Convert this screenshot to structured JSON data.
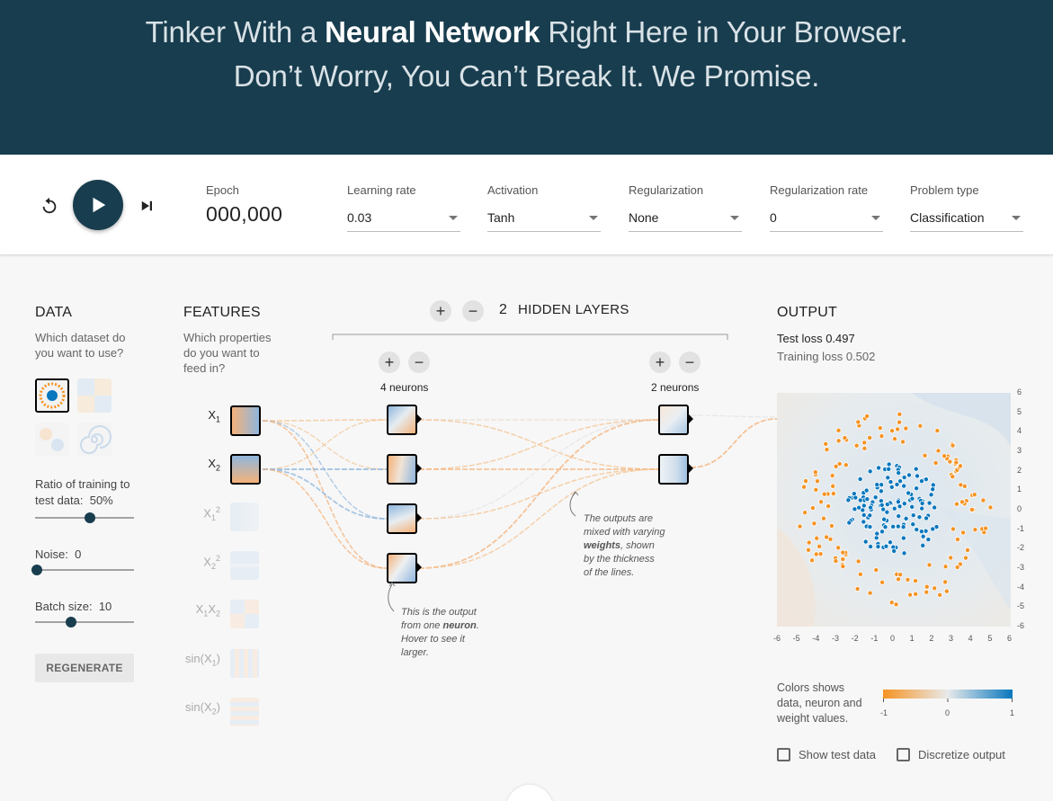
{
  "hero": {
    "line1_pre": "Tinker With a ",
    "line1_bold": "Neural Network",
    "line1_post": " Right Here in Your Browser.",
    "line2": "Don’t Worry, You Can’t Break It. We Promise."
  },
  "toolbar": {
    "reset_icon": "reset-icon",
    "play_icon": "play-icon",
    "step_icon": "step-forward-icon",
    "epoch_label": "Epoch",
    "epoch_value": "000,000",
    "learning_rate_label": "Learning rate",
    "learning_rate_value": "0.03",
    "activation_label": "Activation",
    "activation_value": "Tanh",
    "regularization_label": "Regularization",
    "regularization_value": "None",
    "regularization_rate_label": "Regularization rate",
    "regularization_rate_value": "0",
    "problem_type_label": "Problem type",
    "problem_type_value": "Classification"
  },
  "data_panel": {
    "title": "DATA",
    "question": "Which dataset do you want to use?",
    "datasets": [
      "circle",
      "xor",
      "gaussian",
      "spiral"
    ],
    "selected_dataset": "circle",
    "ratio_label": "Ratio of training to test data:",
    "ratio_value": "50%",
    "ratio_level": 0.5,
    "noise_label": "Noise:",
    "noise_value": "0",
    "noise_level": 0,
    "batch_label": "Batch size:",
    "batch_value": "10",
    "batch_level": 0.31,
    "regenerate_label": "REGENERATE"
  },
  "features_panel": {
    "title": "FEATURES",
    "question": "Which properties do you want to feed in?",
    "features": [
      {
        "base": "X",
        "sub": "1",
        "sup": "",
        "tail": "",
        "active": true
      },
      {
        "base": "X",
        "sub": "2",
        "sup": "",
        "tail": "",
        "active": true
      },
      {
        "base": "X",
        "sub": "1",
        "sup": "2",
        "tail": "",
        "active": false
      },
      {
        "base": "X",
        "sub": "2",
        "sup": "2",
        "tail": "",
        "active": false
      },
      {
        "base": "X",
        "sub": "1",
        "sup": "",
        "tail": "X2",
        "active": false
      },
      {
        "base": "sin(X",
        "sub": "1",
        "sup": "",
        "tail": ")",
        "active": false
      },
      {
        "base": "sin(X",
        "sub": "2",
        "sup": "",
        "tail": ")",
        "active": false
      }
    ]
  },
  "network": {
    "hidden_count": "2",
    "hidden_label": "HIDDEN LAYERS",
    "layers": [
      {
        "neurons_label": "4 neurons",
        "neurons": 4
      },
      {
        "neurons_label": "2 neurons",
        "neurons": 2
      }
    ],
    "note_neuron": "This is the output from one neuron. Hover to see it larger.",
    "note_neuron_parts": [
      "This is the output",
      "from one ",
      "neuron",
      ".",
      "Hover to see it",
      "larger."
    ],
    "note_weights_parts": [
      "The outputs are",
      "mixed with varying",
      "weights",
      ", shown",
      "by the thickness",
      "of the lines."
    ]
  },
  "output_panel": {
    "title": "OUTPUT",
    "test_loss_label": "Test loss",
    "test_loss": "0.497",
    "training_loss_label": "Training loss",
    "training_loss": "0.502",
    "x_ticks": [
      "-6",
      "-5",
      "-4",
      "-3",
      "-2",
      "-1",
      "0",
      "1",
      "2",
      "3",
      "4",
      "5",
      "6"
    ],
    "y_ticks": [
      "6",
      "5",
      "4",
      "3",
      "2",
      "1",
      "0",
      "-1",
      "-2",
      "-3",
      "-4",
      "-5",
      "-6"
    ],
    "colorbar_label_lines": [
      "Colors shows",
      "data, neuron and",
      "weight values."
    ],
    "colorbar_ticks": [
      "-1",
      "0",
      "1"
    ],
    "show_test_label": "Show test data",
    "discretize_label": "Discretize output",
    "colors": {
      "orange": "#f59322",
      "blue": "#0877bd",
      "neutral": "#e8eaeb"
    }
  }
}
